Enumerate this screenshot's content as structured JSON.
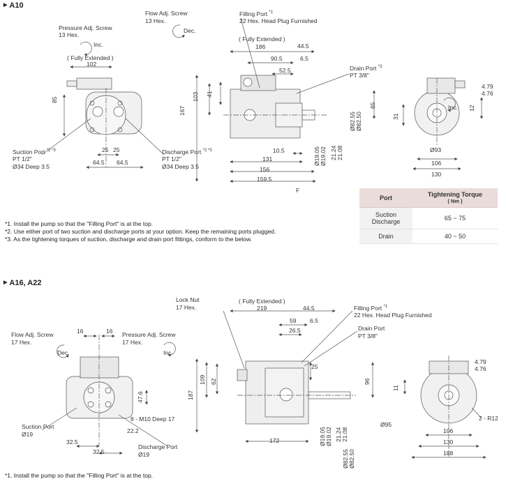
{
  "sections": {
    "a10": {
      "title": "A10"
    },
    "a16": {
      "title": "A16, A22"
    }
  },
  "a10": {
    "labels": {
      "pressure_adj_screw": "Pressure Adj. Screw",
      "pressure_adj_hex": "13 Hex.",
      "inc_left": "Inc.",
      "fully_ext_left": "( Fully Extended )",
      "flow_adj_screw": "Flow Adj. Screw",
      "flow_adj_hex": "13 Hex.",
      "dec": "Dec.",
      "filling_port": "Filling Port",
      "filling_port_sup": "*1",
      "filling_port_desc": "22 Hex. Head Plug Furnished",
      "fully_ext_mid": "( Fully Extended )",
      "drain_port": "Drain Port",
      "drain_port_sup": "*3",
      "drain_port_size": "PT 3/8\"",
      "inc_right": "Inc.",
      "suction_port": "Suction Port",
      "suction_port_sup": "*2 *3",
      "suction_pt": "PT 1/2\"",
      "suction_deep": "Ø34  Deep 3.5",
      "discharge_port": "Discharge Port",
      "discharge_port_sup": "*2 *3",
      "discharge_pt": "PT 1/2\"",
      "discharge_deep": "Ø34  Deep 3.5",
      "f_mark": "F"
    },
    "dims": {
      "d102": "102",
      "d85": "85",
      "d25a": "25",
      "d25b": "25",
      "d645a": "64.5",
      "d645b": "64.5",
      "d186": "186",
      "d445": "44.5",
      "d905": "90.5",
      "d65a": "6.5",
      "d525": "52.5",
      "d167": "167",
      "d103": "103",
      "d41": "41",
      "d105": "10.5",
      "d131": "131",
      "d156": "156",
      "d1595": "159.5",
      "d1905": "Ø19.05",
      "d1902": "Ø19.02",
      "d2124": "21.24",
      "d2108": "21.08",
      "d8255": "Ø82.55",
      "d8250": "Ø82.50",
      "d65b": "65",
      "d479": "4.79",
      "d476": "4.76",
      "d12": "12",
      "d31": "31",
      "d93": "Ø93",
      "d106": "106",
      "d130": "130"
    },
    "notes": [
      "*1. Install the pump so that the \"Filling Port\" is at the top.",
      "*2. Use either port of two suction and discharge ports at your option. Keep the remaining ports plugged.",
      "*3. As the tightening torques of suction, discharge and drain port fittings, conform to the below."
    ]
  },
  "torque_table": {
    "headers": [
      "Port",
      "Tightening Torque",
      "( Nm )"
    ],
    "rows": [
      {
        "port": "Suction Discharge",
        "torque": "65 ~ 75"
      },
      {
        "port": "Drain",
        "torque": "40 ~ 50"
      }
    ]
  },
  "a16": {
    "labels": {
      "flow_adj_screw": "Flow Adj. Screw",
      "flow_adj_hex": "17 Hex.",
      "dec": "Dec.",
      "pressure_adj_screw": "Pressure Adj. Screw",
      "pressure_adj_hex": "17 Hex.",
      "inc": "Inc.",
      "lock_nut": "Lock Nut",
      "lock_nut_hex": "17 Hex.",
      "fully_ext": "( Fully Extended )",
      "filling_port": "Filling Port",
      "filling_port_sup": "*1",
      "filling_port_desc": "22 Hex. Head Plug Furnished",
      "drain_port": "Drain Port",
      "drain_port_size": "PT 3/8\"",
      "m10": "8 -  M10  Deep 17",
      "suction_port": "Suction Port",
      "suction_size": "Ø19",
      "discharge_port": "Discharge Port",
      "discharge_size": "Ø19",
      "r12": "2 - R12"
    },
    "dims": {
      "d16a": "16",
      "d16b": "16",
      "d476a": "47.6",
      "d222": "22.2",
      "d325a": "32.5",
      "d325b": "32.5",
      "d219": "219",
      "d445": "44.5",
      "d59": "59",
      "d65": "6.5",
      "d265": "26.5",
      "d25": "25",
      "d187": "187",
      "d109": "109",
      "d62": "62",
      "d96": "96",
      "d172": "172",
      "d1905": "Ø19.05",
      "d1902": "Ø19.02",
      "d2124": "21.24",
      "d2108": "21.08",
      "d8255": "Ø82.55",
      "d8250": "Ø82.50",
      "d479": "4.79",
      "d476": "4.76",
      "d11": "11",
      "d95": "Ø95",
      "d106": "106",
      "d130": "130",
      "d188": "188"
    },
    "notes": [
      "*1. Install the pump so that the \"Filling Port\" is at the top."
    ]
  }
}
